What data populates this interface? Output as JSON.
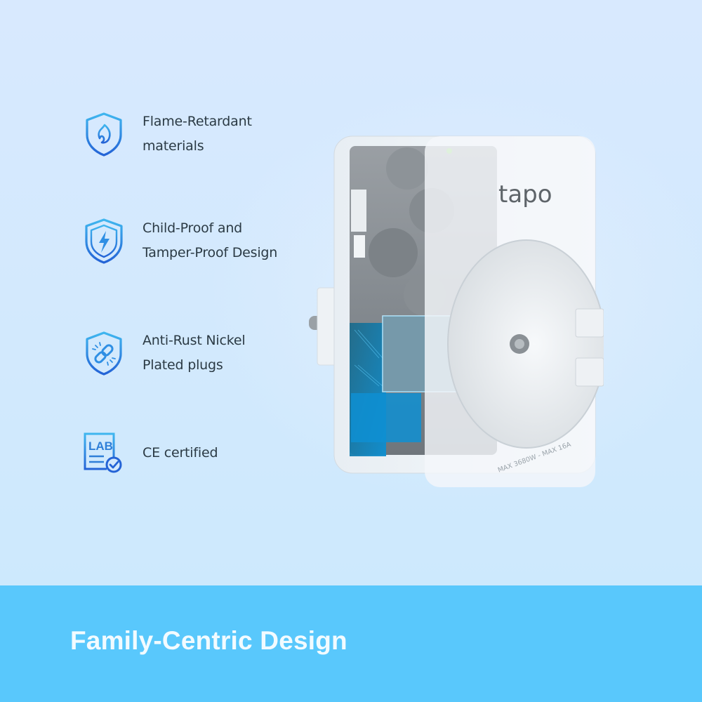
{
  "features": [
    {
      "icon": "shield-flame-icon",
      "lines": [
        "Flame-Retardant",
        "materials"
      ]
    },
    {
      "icon": "shield-lightning-icon",
      "lines": [
        "Child-Proof and",
        "Tamper-Proof Design"
      ]
    },
    {
      "icon": "shield-chain-link-icon",
      "lines": [
        "Anti-Rust Nickel",
        "Plated plugs"
      ]
    },
    {
      "icon": "lab-certificate-check-icon",
      "lines": [
        "CE certified"
      ]
    }
  ],
  "product": {
    "brand_logo": "tapo",
    "rating_label": "MAX 3680W - MAX 16A",
    "indicator_color": "#7ed957"
  },
  "banner": {
    "title": "Family-Centric Design",
    "background_color": "#59c8fc"
  },
  "colors": {
    "icon_gradient_start": "#3fb6ef",
    "icon_gradient_end": "#2463d6",
    "text": "#2b3a44",
    "background": "#d6e9fe"
  }
}
